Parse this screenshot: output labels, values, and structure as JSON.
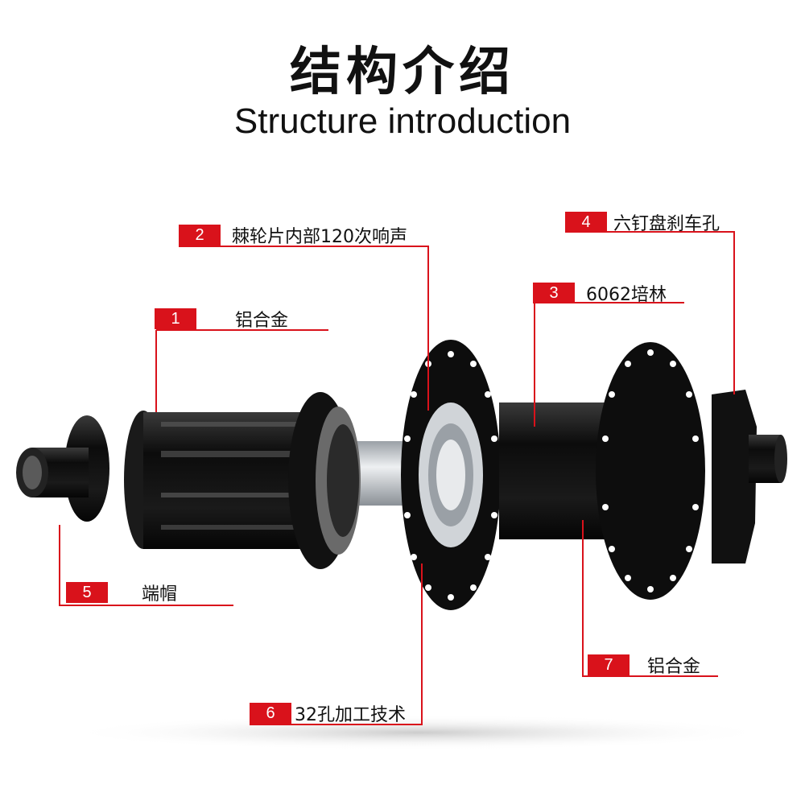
{
  "title": "结构介绍",
  "subtitle": "Structure introduction",
  "callouts": [
    {
      "num": "1",
      "text": "铝合金"
    },
    {
      "num": "2",
      "text": "棘轮片内部120次响声"
    },
    {
      "num": "3",
      "text": "6062培林"
    },
    {
      "num": "4",
      "text": "六钉盘刹车孔"
    },
    {
      "num": "5",
      "text": "端帽"
    },
    {
      "num": "6",
      "text": "32孔加工技术"
    },
    {
      "num": "7",
      "text": "铝合金"
    }
  ],
  "colors": {
    "accent": "#d9121b",
    "text": "#111111",
    "part": "#111111",
    "axle": "#c8ccd0"
  }
}
